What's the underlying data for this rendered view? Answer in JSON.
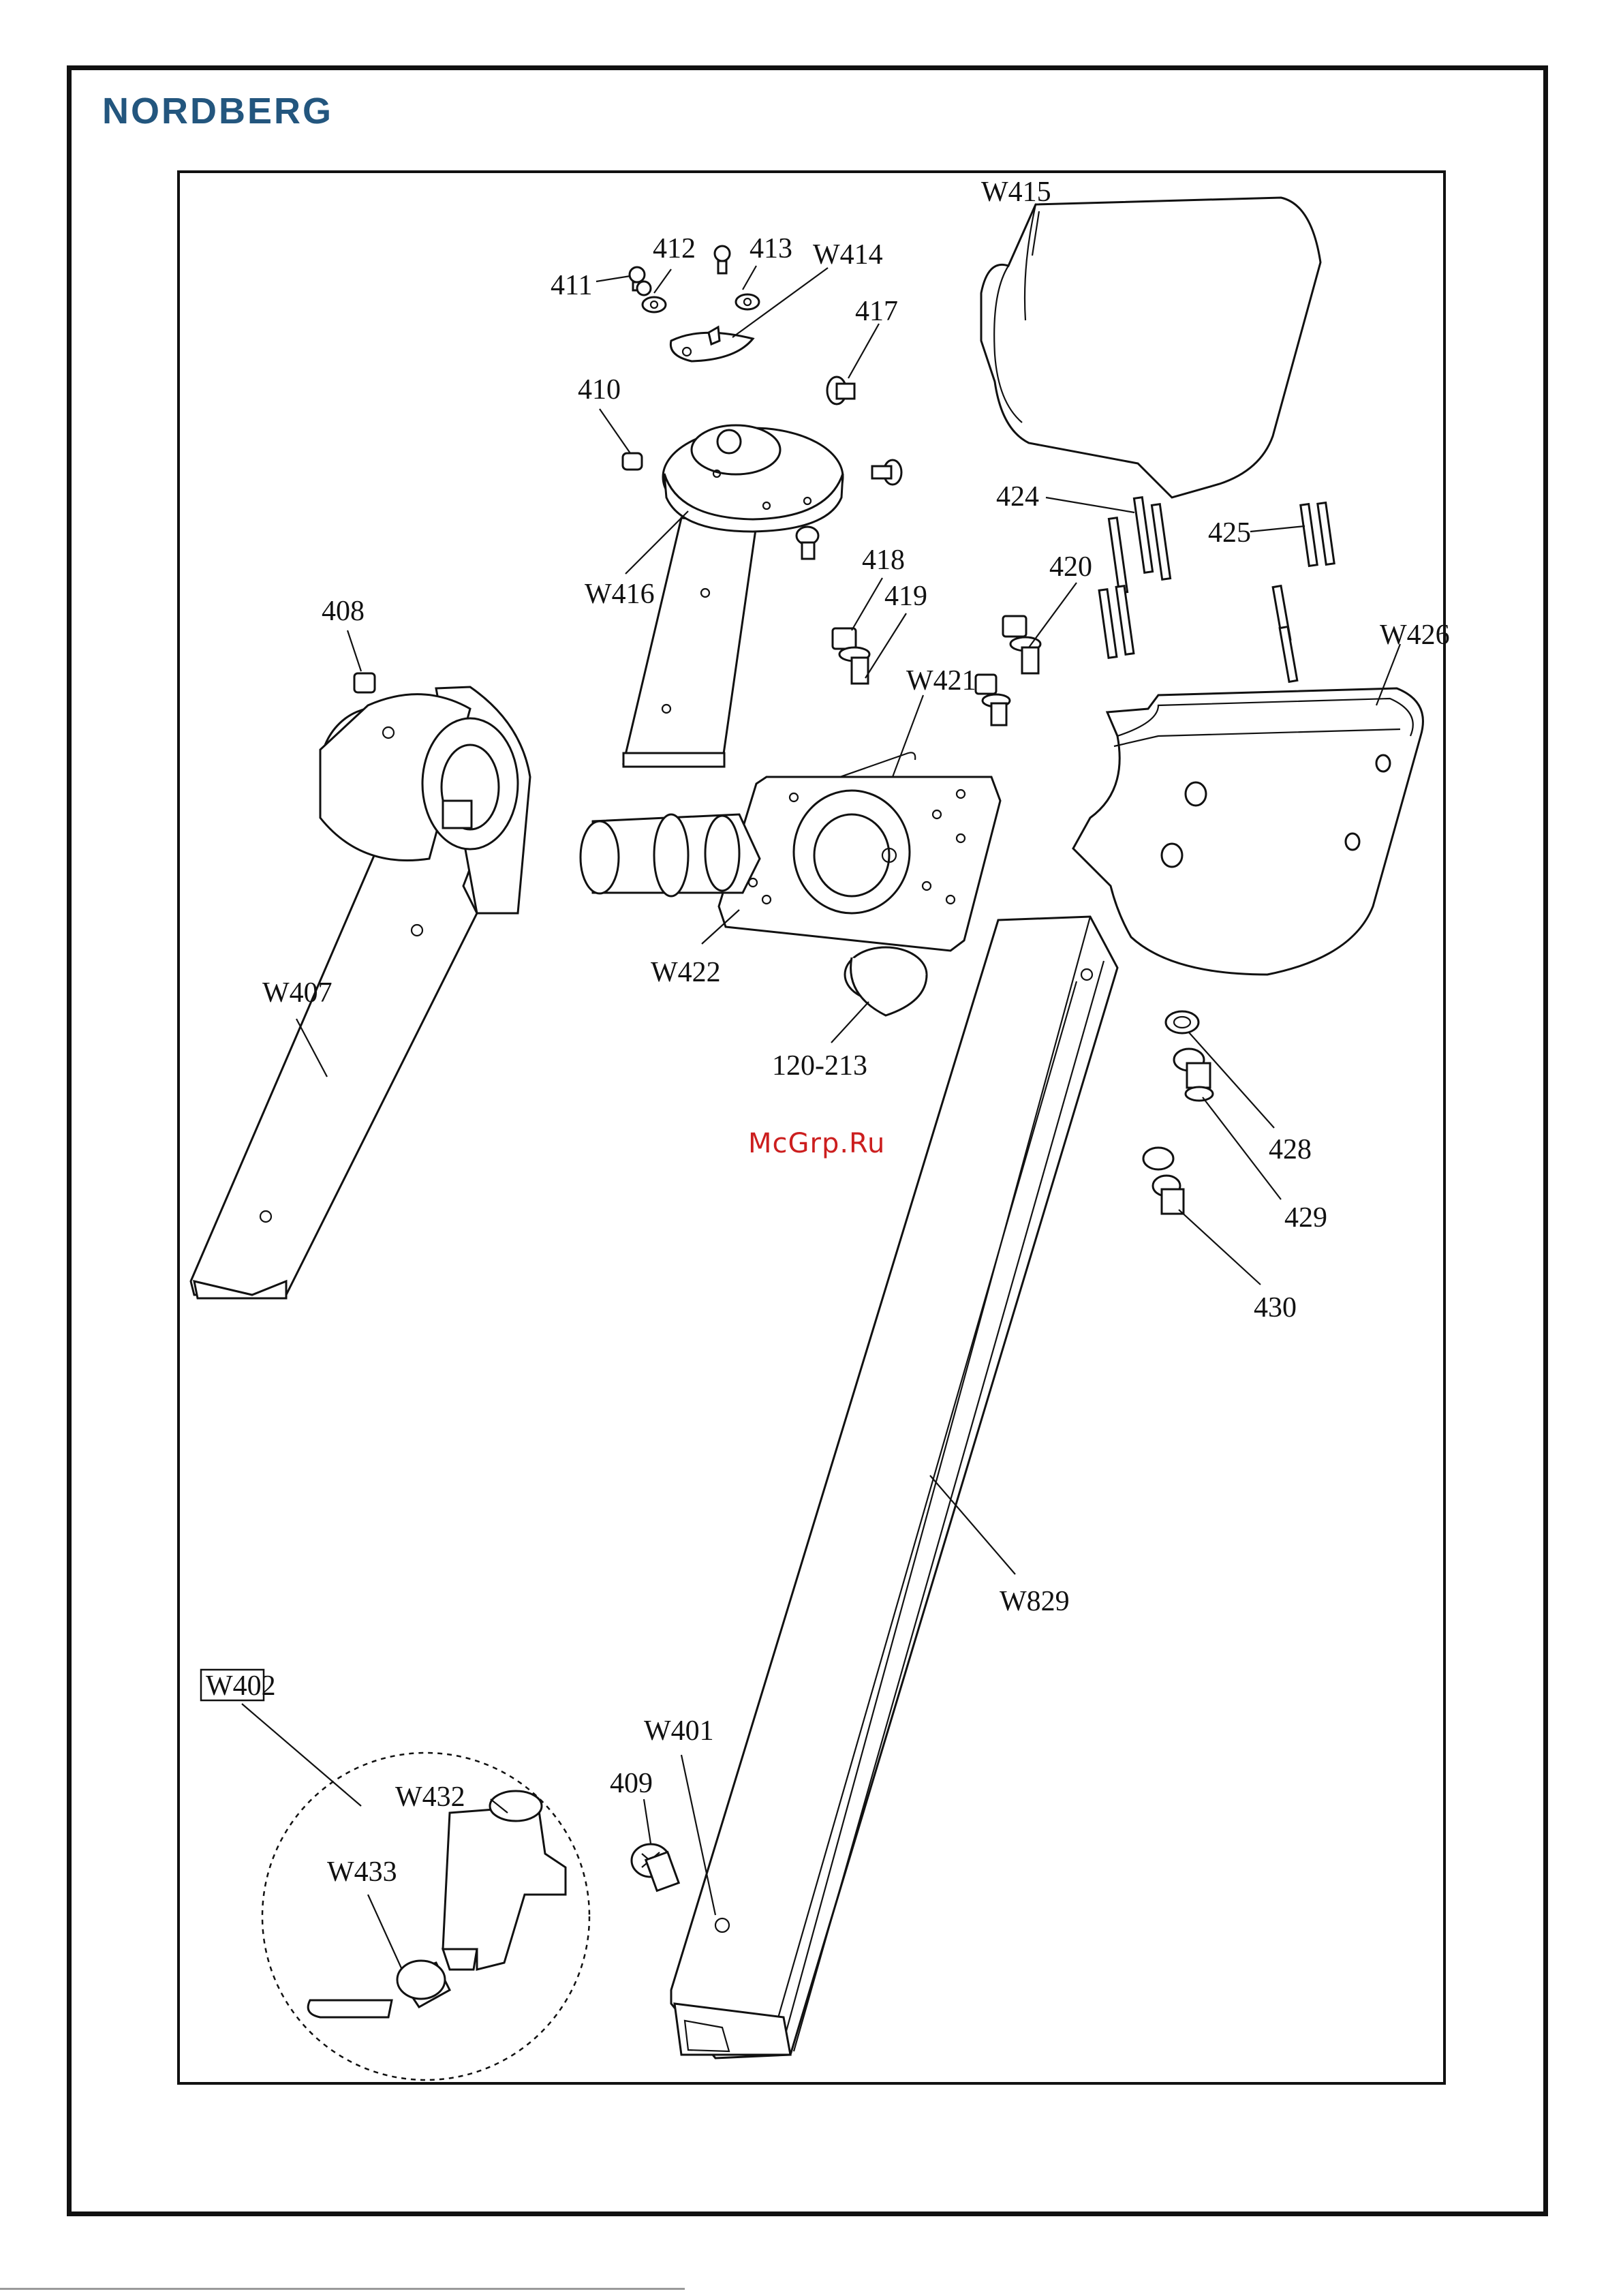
{
  "header": {
    "brand_logo": "NORDBERG",
    "brand_color": "#23567e"
  },
  "watermark": {
    "text": "McGrp.Ru",
    "color": "#cc1e1e"
  },
  "labels": {
    "p411": "411",
    "p412": "412",
    "p413": "413",
    "w414": "W414",
    "w415": "W415",
    "p417": "417",
    "p410": "410",
    "w416": "W416",
    "p424": "424",
    "p425": "425",
    "p408": "408",
    "p418": "418",
    "p419": "419",
    "p420": "420",
    "w426": "W426",
    "w421": "W421",
    "w422": "W422",
    "w407": "W407",
    "p120_213": "120-213",
    "p428": "428",
    "p429": "429",
    "p430": "430",
    "w829": "W829",
    "w402": "W402",
    "w401": "W401",
    "p409": "409",
    "w432": "W432",
    "w433": "W433"
  }
}
